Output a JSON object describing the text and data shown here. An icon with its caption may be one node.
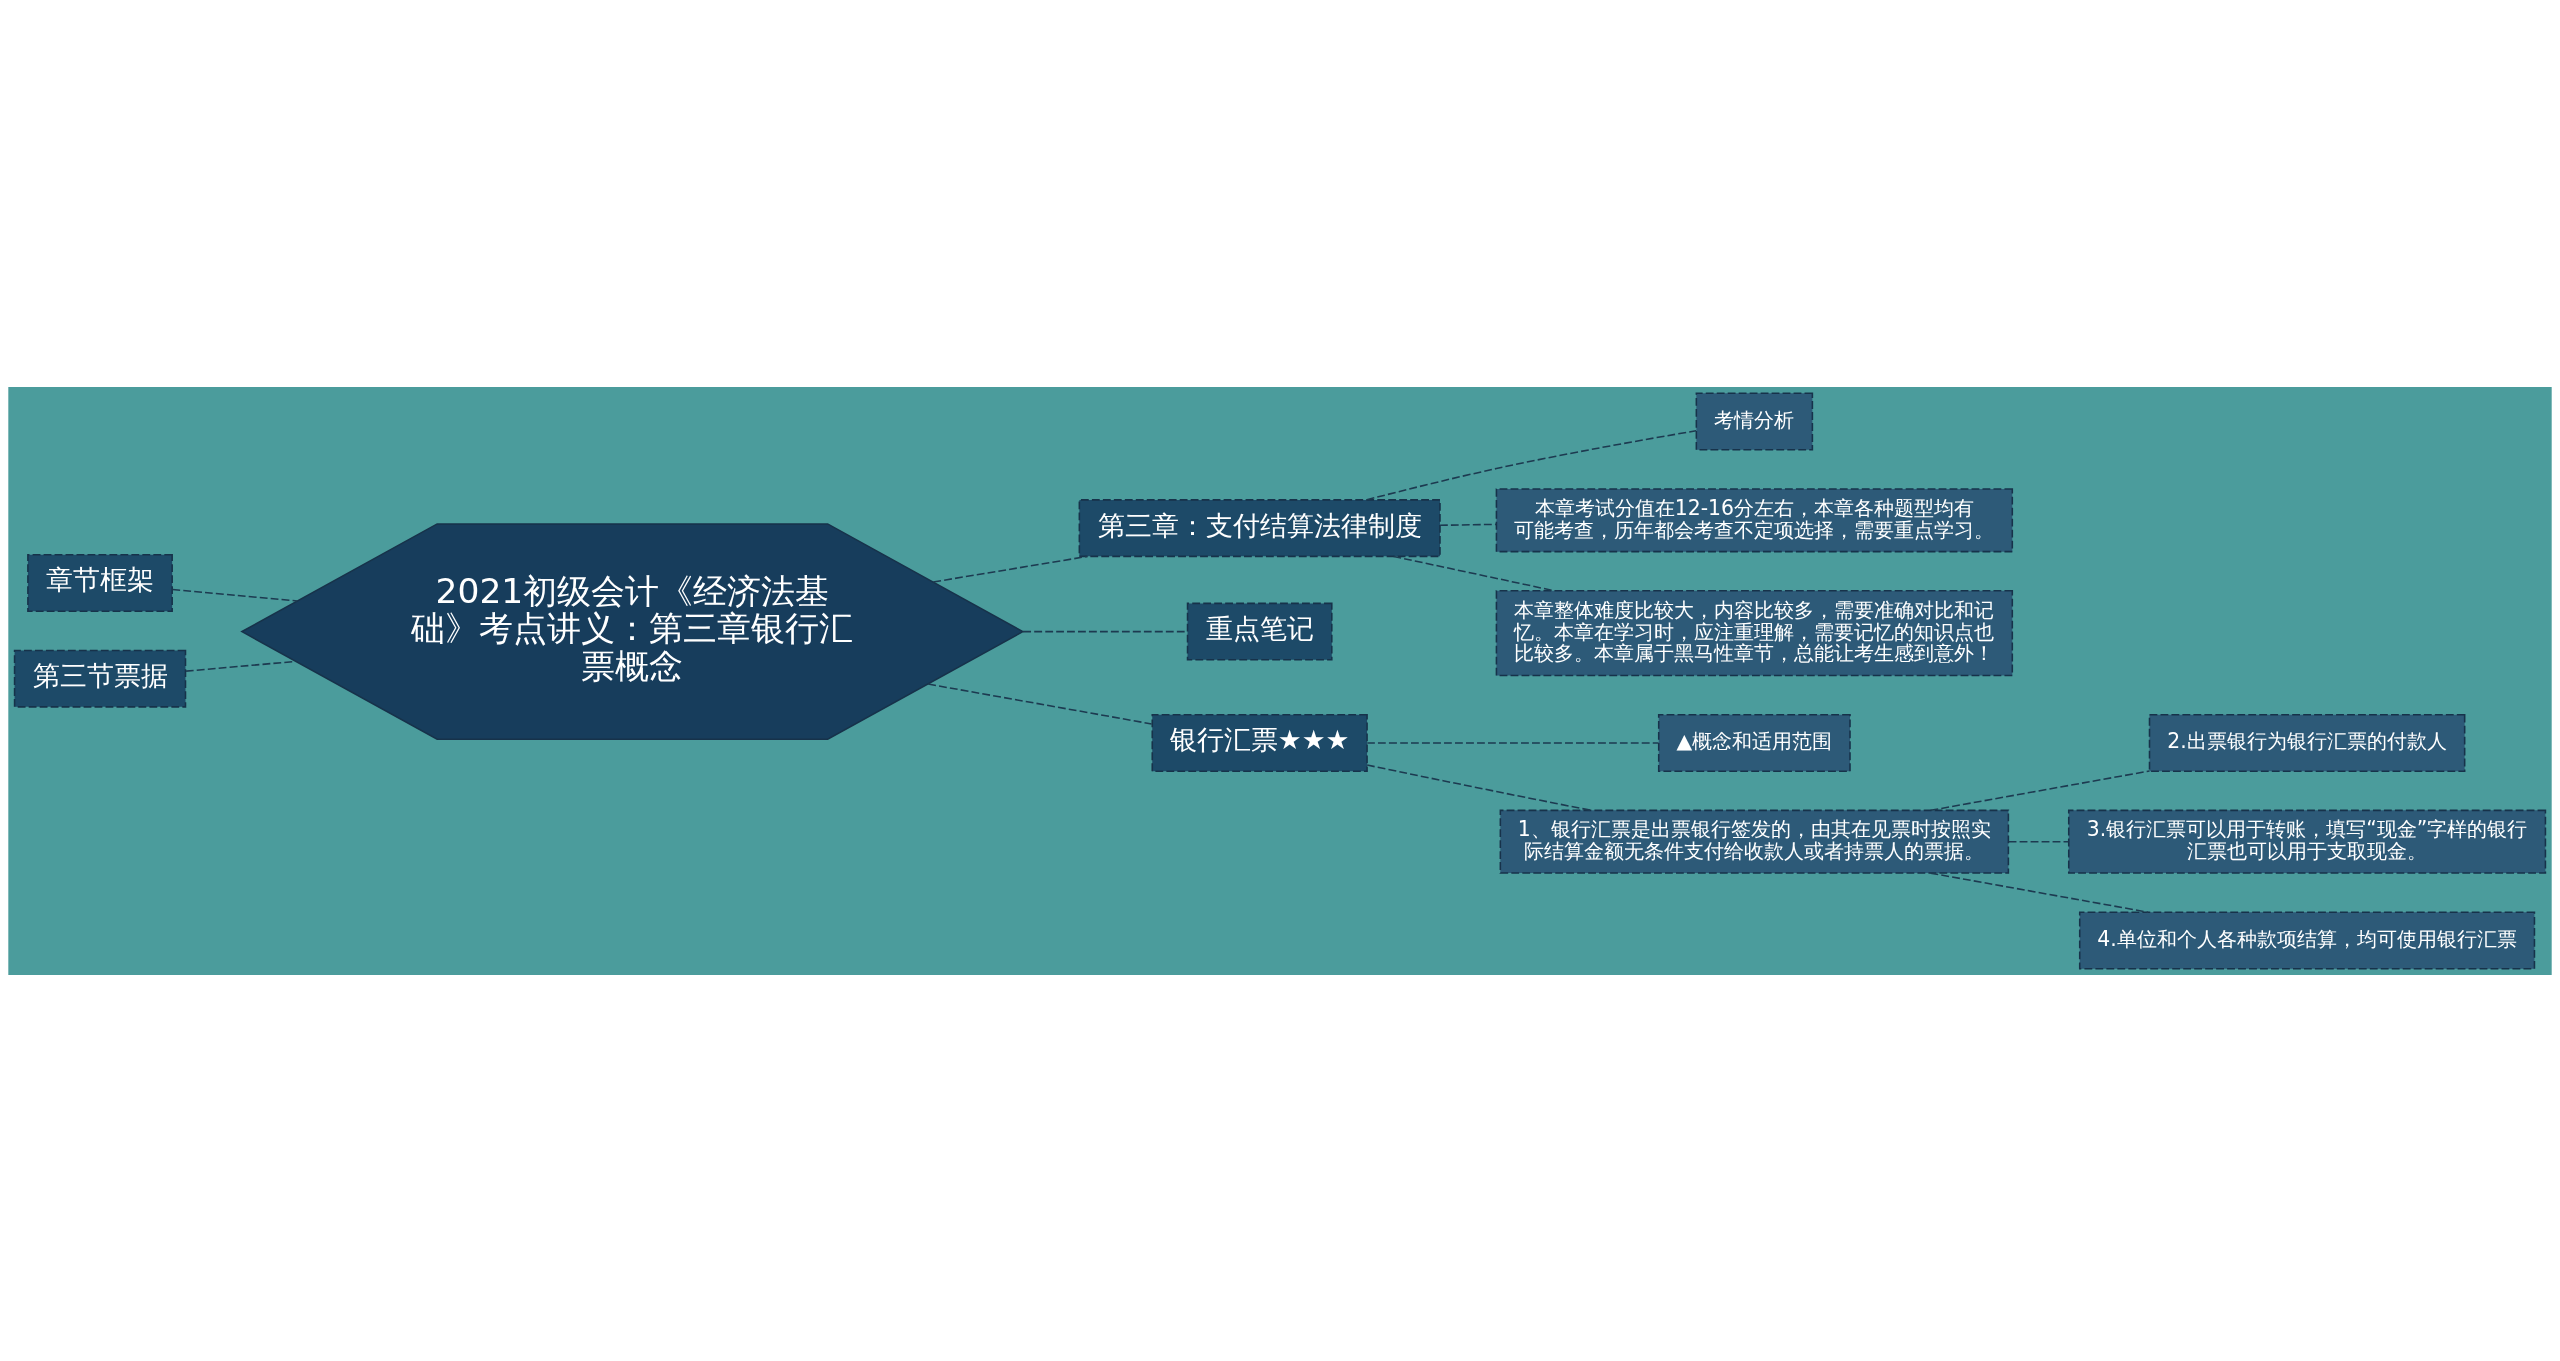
{
  "diagram": {
    "nodes": [
      {
        "text": [
          "2021初级会计《经济法基础》考点讲义：第三章银行汇票概念"
        ]
      },
      {
        "text": [
          "章节框架"
        ]
      },
      {
        "text": [
          "第三节票据"
        ]
      },
      {
        "text": [
          "第三章：支付结算法律制度"
        ]
      },
      {
        "text": [
          "考情分析"
        ]
      },
      {
        "text": [
          "本章考试分值在12-16分左右，本章各种题型均有可能考查，历年都会考查不定项选择，需要重点学习。"
        ]
      },
      {
        "text": [
          "本章整体难度比较大，内容比较多，需要准确对比和记忆。本章在学习时，应注重理解，需要记忆的知识点也比较多。本章属于黑马性章节，总能让考生感到意外！"
        ]
      },
      {
        "text": [
          "重点笔记"
        ]
      },
      {
        "text": [
          "银行汇票★★★"
        ]
      },
      {
        "text": [
          "▲概念和适用范围"
        ]
      },
      {
        "text": [
          "1、银行汇票是出票银行签发的，由其在见票时按照实际结算金额无条件支付给收款人或者持票人的票据。"
        ]
      },
      {
        "text": [
          "2.出票银行为银行汇票的付款人"
        ]
      },
      {
        "text": [
          "3.银行汇票可以用于转账，填写“现金”字样的银行汇票也可以用于支取现金。"
        ]
      },
      {
        "text": [
          "4.单位和个人各种款项结算，均可使用银行汇票"
        ]
      }
    ],
    "edges": [
      {
        "from": 1,
        "to": 0,
        "arrow": "none",
        "style": "dashed"
      },
      {
        "from": 2,
        "to": 0,
        "arrow": "none",
        "style": "dashed"
      },
      {
        "from": 0,
        "to": 3,
        "arrow": "none",
        "style": "dashed"
      },
      {
        "from": 0,
        "to": 7,
        "arrow": "none",
        "style": "dashed"
      },
      {
        "from": 0,
        "to": 8,
        "arrow": "none",
        "style": "dashed"
      },
      {
        "from": 3,
        "to": 4,
        "arrow": "none",
        "style": "dashed"
      },
      {
        "from": 3,
        "to": 5,
        "arrow": "none",
        "style": "dashed"
      },
      {
        "from": 3,
        "to": 6,
        "arrow": "none",
        "style": "dashed"
      },
      {
        "from": 8,
        "to": 9,
        "arrow": "none",
        "style": "dashed"
      },
      {
        "from": 8,
        "to": 10,
        "arrow": "none",
        "style": "dashed"
      },
      {
        "from": 10,
        "to": 11,
        "arrow": "none",
        "style": "dashed"
      },
      {
        "from": 10,
        "to": 12,
        "arrow": "none",
        "style": "dashed"
      },
      {
        "from": 10,
        "to": 13,
        "arrow": "none",
        "style": "dashed"
      }
    ]
  }
}
